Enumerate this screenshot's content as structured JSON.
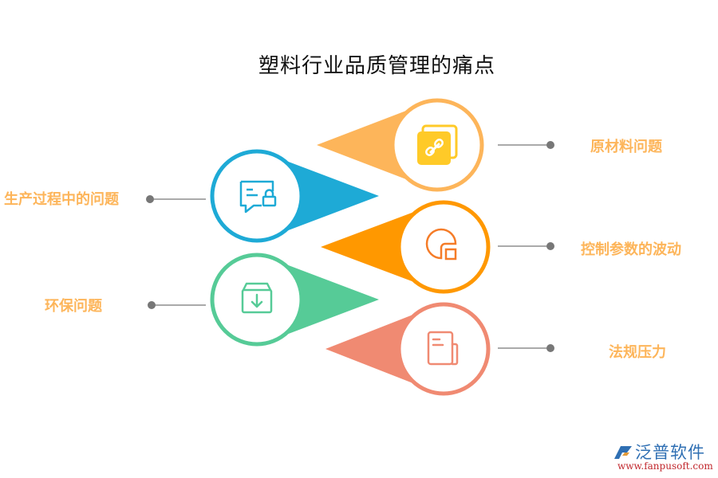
{
  "title": "塑料行业品质管理的痛点",
  "items": [
    {
      "label": "原材料问题",
      "color": "#FDB55A",
      "icon": "link-document-icon",
      "side": "right"
    },
    {
      "label": "生产过程中的问题",
      "color": "#1EAAD6",
      "icon": "message-lock-icon",
      "side": "left"
    },
    {
      "label": "控制参数的波动",
      "color": "#FF9800",
      "icon": "pie-chart-square-icon",
      "side": "right"
    },
    {
      "label": "环保问题",
      "color": "#56CB97",
      "icon": "box-download-icon",
      "side": "left"
    },
    {
      "label": "法规压力",
      "color": "#F08A72",
      "icon": "document-icon",
      "side": "right"
    }
  ],
  "logo": {
    "name": "泛普软件",
    "url": "www.fanpusoft.com"
  }
}
